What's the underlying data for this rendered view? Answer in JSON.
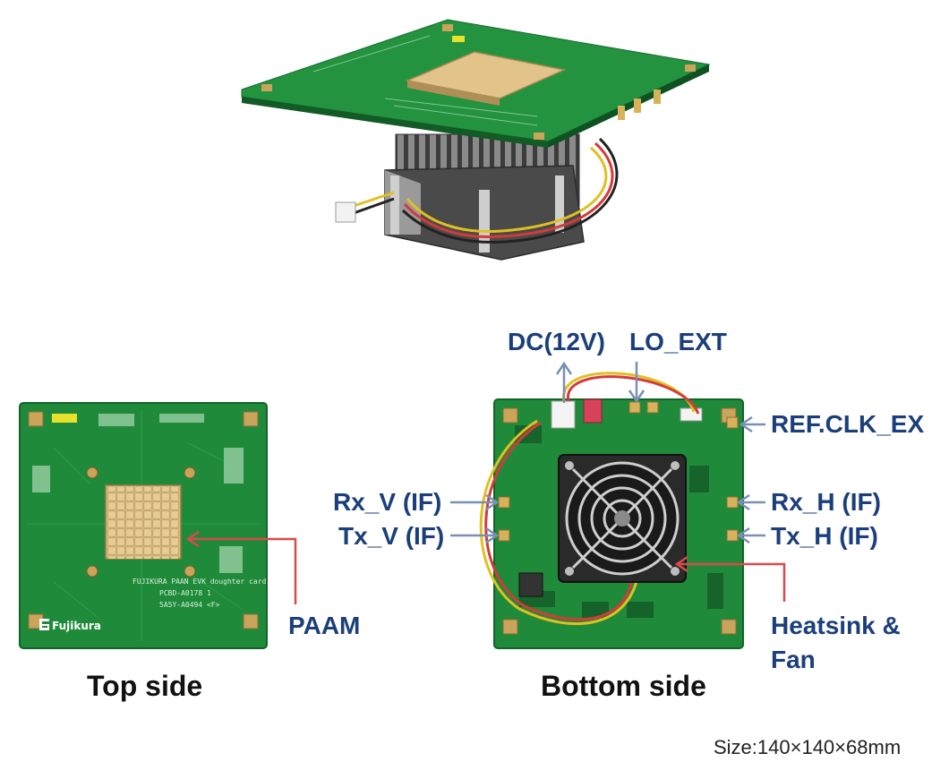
{
  "labels": {
    "dc": "DC(12V)",
    "lo_ext": "LO_EXT",
    "ref_clk": "REF.CLK_EX",
    "rx_v": "Rx_V (IF)",
    "tx_v": "Tx_V (IF)",
    "rx_h": "Rx_H (IF)",
    "tx_h": "Tx_H (IF)",
    "paam": "PAAM",
    "heatsink_line1": "Heatsink &",
    "heatsink_line2": "Fan"
  },
  "captions": {
    "top": "Top side",
    "bottom": "Bottom side"
  },
  "size_note": "Size:140×140×68mm",
  "board_texts": {
    "brand": "Fujikura",
    "silk_line1": "FUJIKURA PAAN EVK doughter card",
    "silk_line2": "PCBD-A0178 1",
    "silk_line3": "5A5Y-A0494 <F>"
  },
  "colors": {
    "pcb_green": "#1f8a3a",
    "pcb_dark": "#157030",
    "label_blue": "#1b3f7a",
    "arrow_blue": "#7a8fb3",
    "arrow_red": "#d94a4a",
    "paam_tile": "#e6c890"
  }
}
